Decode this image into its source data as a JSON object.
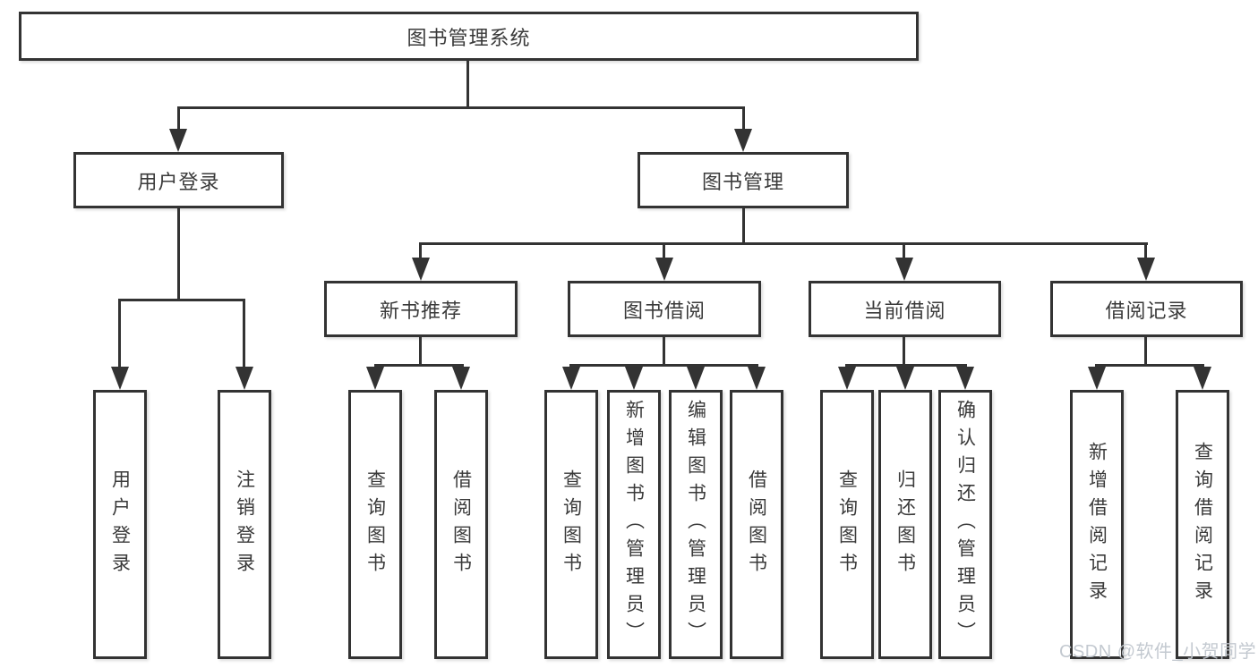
{
  "tree": {
    "root": {
      "label": "图书管理系统"
    },
    "branches": [
      {
        "label": "用户登录",
        "children": [
          {
            "label": "用户登录"
          },
          {
            "label": "注销登录"
          }
        ]
      },
      {
        "label": "图书管理",
        "children": [
          {
            "label": "新书推荐",
            "children": [
              {
                "label": "查询图书"
              },
              {
                "label": "借阅图书"
              }
            ]
          },
          {
            "label": "图书借阅",
            "children": [
              {
                "label": "查询图书"
              },
              {
                "label": "新增图书（管理员）"
              },
              {
                "label": "编辑图书（管理员）"
              },
              {
                "label": "借阅图书"
              }
            ]
          },
          {
            "label": "当前借阅",
            "children": [
              {
                "label": "查询图书"
              },
              {
                "label": "归还图书"
              },
              {
                "label": "确认归还（管理员）"
              }
            ]
          },
          {
            "label": "借阅记录",
            "children": [
              {
                "label": "新增借阅记录"
              },
              {
                "label": "查询借阅记录"
              }
            ]
          }
        ]
      }
    ],
    "watermark": "CSDN @软件_小贺同学"
  },
  "colors": {
    "line": "#333333",
    "text": "#3a3a3a",
    "background": "#ffffff",
    "watermark": "rgba(192,198,205,0.95)"
  }
}
